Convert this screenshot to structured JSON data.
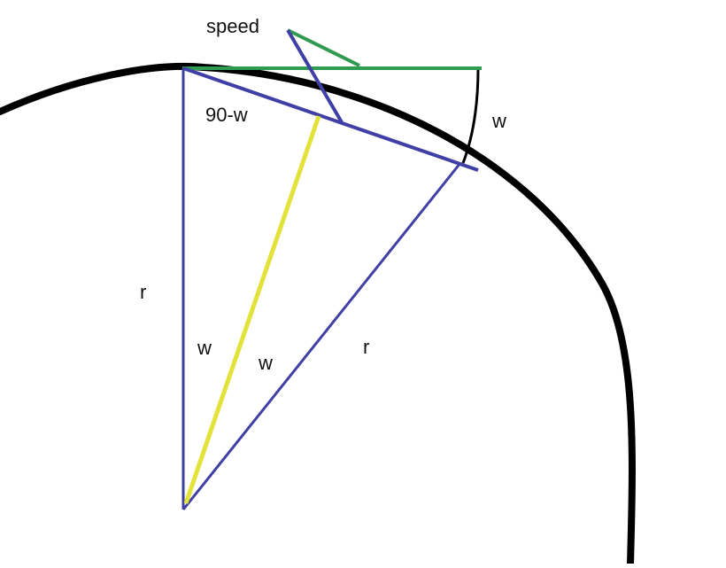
{
  "labels": {
    "speed": "speed",
    "angle_90_w": "90-w",
    "w_right": "w",
    "r_left": "r",
    "w_left": "w",
    "w_mid": "w",
    "r_right": "r"
  },
  "colors": {
    "circle": "#000000",
    "blue": "#3f3fa6",
    "green": "#2e9b4e",
    "yellow": "#e3e23a",
    "small_arc": "#000000"
  }
}
